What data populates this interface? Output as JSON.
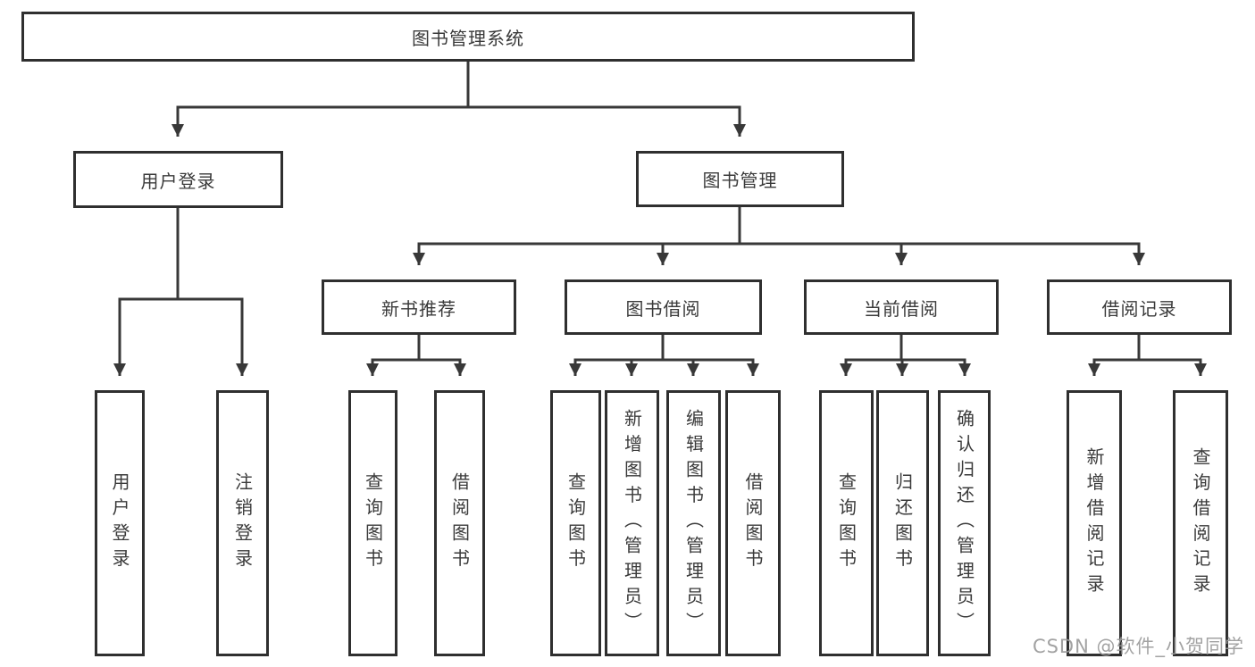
{
  "diagram": {
    "title": "图书管理系统",
    "root": {
      "label": "图书管理系统"
    },
    "level2": [
      {
        "label": "用户登录"
      },
      {
        "label": "图书管理"
      }
    ],
    "level3": [
      {
        "label": "新书推荐",
        "parent": "图书管理"
      },
      {
        "label": "图书借阅",
        "parent": "图书管理"
      },
      {
        "label": "当前借阅",
        "parent": "图书管理"
      },
      {
        "label": "借阅记录",
        "parent": "图书管理"
      }
    ],
    "leaves": [
      {
        "label": "用户登录",
        "parent": "用户登录"
      },
      {
        "label": "注销登录",
        "parent": "用户登录"
      },
      {
        "label": "查询图书",
        "parent": "新书推荐"
      },
      {
        "label": "借阅图书",
        "parent": "新书推荐"
      },
      {
        "label": "查询图书",
        "parent": "图书借阅"
      },
      {
        "label": "新增图书（管理员）",
        "parent": "图书借阅"
      },
      {
        "label": "编辑图书（管理员）",
        "parent": "图书借阅"
      },
      {
        "label": "借阅图书",
        "parent": "图书借阅"
      },
      {
        "label": "查询图书",
        "parent": "当前借阅"
      },
      {
        "label": "归还图书",
        "parent": "当前借阅"
      },
      {
        "label": "确认归还（管理员）",
        "parent": "当前借阅"
      },
      {
        "label": "新增借阅记录",
        "parent": "借阅记录"
      },
      {
        "label": "查询借阅记录",
        "parent": "借阅记录"
      }
    ],
    "colors": {
      "line": "#383838",
      "border": "#2f2f2f",
      "text": "#3a3a3a",
      "background": "#ffffff",
      "watermark": "#9b9b9b"
    }
  },
  "watermark": {
    "text": "CSDN @软件_小贺同学"
  }
}
